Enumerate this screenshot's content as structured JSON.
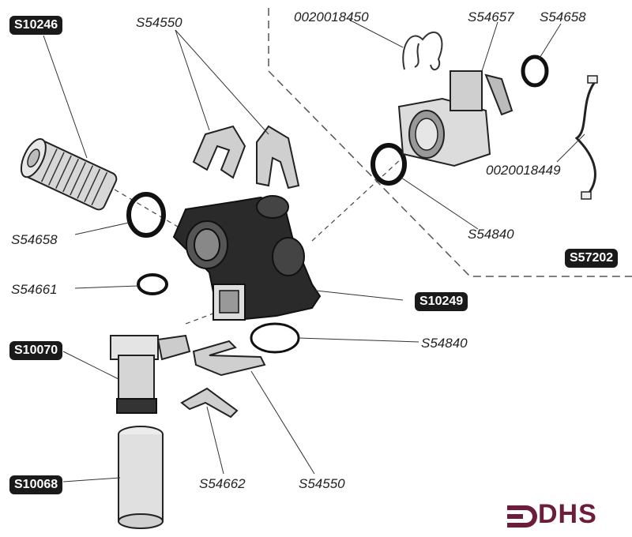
{
  "labels": {
    "s10246": "S10246",
    "s54550_top": "S54550",
    "p0020018450": "0020018450",
    "s54657": "S54657",
    "s54658_top": "S54658",
    "p0020018449": "0020018449",
    "s54658_left": "S54658",
    "s54840_right": "S54840",
    "s57202": "S57202",
    "s54661": "S54661",
    "s10249": "S10249",
    "s10070": "S10070",
    "s54840_mid": "S54840",
    "s10068": "S10068",
    "s54662": "S54662",
    "s54550_bottom": "S54550"
  },
  "logo": {
    "text": "DHS",
    "color": "#6b1d3a"
  }
}
